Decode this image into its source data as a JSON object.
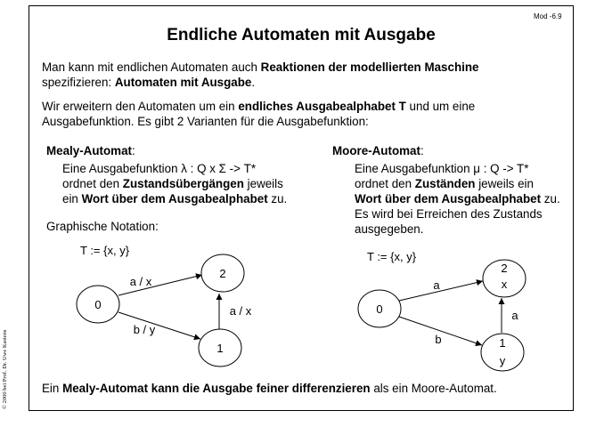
{
  "page_number": "Mod -6.9",
  "title": "Endliche Automaten mit Ausgabe",
  "intro": {
    "t1": "Man kann mit endlichen Automaten auch ",
    "b1": "Reaktionen der modellierten Maschine",
    "t2": " spezifizieren: ",
    "b2": "Automaten mit Ausgabe",
    "t3": "."
  },
  "extension": {
    "t1": "Wir erweitern den Automaten um ein ",
    "b1": "endliches Ausgabealphabet T",
    "t2": " und um eine Ausgabefunktion. Es gibt 2 Varianten für die Ausgabefunktion:"
  },
  "mealy": {
    "heading": "Mealy-Automat",
    "colon": ":",
    "t1": "Eine Ausgabefunktion λ : Q x Σ -> T*",
    "t2": "ordnet den ",
    "b1": "Zustandsübergängen",
    "t3": " jeweils",
    "t4": "ein ",
    "b2": "Wort über dem Ausgabealphabet",
    "t5": " zu."
  },
  "moore": {
    "heading": "Moore-Automat",
    "colon": ":",
    "t1": "Eine Ausgabefunktion μ : Q -> T*",
    "t2": "ordnet den ",
    "b1": "Zuständen",
    "t3": " jeweils ein",
    "b2": "Wort über dem Ausgabealphabet",
    "t4": " zu.",
    "t5": "Es wird bei Erreichen des Zustands",
    "t6": "ausgegeben."
  },
  "notation_label": "Graphische Notation:",
  "mealy_diagram": {
    "alphabet": "T := {x, y}",
    "states": [
      "0",
      "2",
      "1"
    ],
    "edges": [
      "a / x",
      "b / y",
      "a / x"
    ]
  },
  "moore_diagram": {
    "alphabet": "T := {x, y}",
    "states": [
      {
        "name": "0",
        "output": ""
      },
      {
        "name": "2",
        "output": "x"
      },
      {
        "name": "1",
        "output": "y"
      }
    ],
    "edges": [
      "a",
      "b",
      "a"
    ]
  },
  "closing": {
    "t1": "Ein ",
    "b1": "Mealy-Automat kann die Ausgabe feiner differenzieren",
    "t2": " als ein Moore-Automat."
  },
  "copyright": "© 2000 bei Prof. Dr. Uwe Kastens"
}
